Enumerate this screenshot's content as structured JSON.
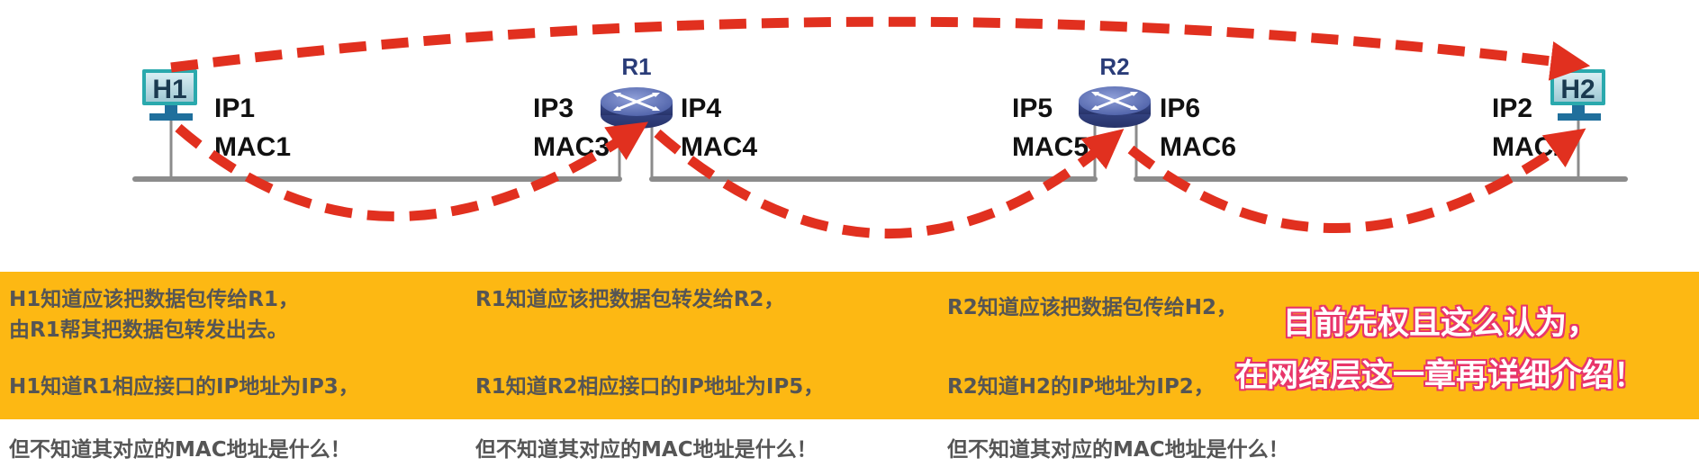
{
  "nodes": {
    "h1": {
      "name": "H1",
      "ip": "IP1",
      "mac": "MAC1"
    },
    "r1": {
      "name": "R1",
      "left_ip": "IP3",
      "left_mac": "MAC3",
      "right_ip": "IP4",
      "right_mac": "MAC4"
    },
    "r2": {
      "name": "R2",
      "left_ip": "IP5",
      "left_mac": "MAC5",
      "right_ip": "IP6",
      "right_mac": "MAC6"
    },
    "h2": {
      "name": "H2",
      "ip": "IP2",
      "mac": "MAC2"
    }
  },
  "colors": {
    "arrow": "#e1301f",
    "host_frame": "#2aa9ad",
    "router_body": "#5c6fb4",
    "band": "#fdb813",
    "note_outline": "#e8356a",
    "cable": "#8c8c8c"
  },
  "columns": [
    {
      "line1": "H1知道应该把数据包传给R1，",
      "line2": "由R1帮其把数据包转发出去。",
      "line3": "H1知道R1相应接口的IP地址为IP3，",
      "line4": "但不知道其对应的MAC地址是什么！"
    },
    {
      "line1": "R1知道应该把数据包转发给R2，",
      "line3": "R1知道R2相应接口的IP地址为IP5，",
      "line4": "但不知道其对应的MAC地址是什么！"
    },
    {
      "line1": "R2知道应该把数据包传给H2，",
      "line3": "R2知道H2的IP地址为IP2，",
      "line4": "但不知道其对应的MAC地址是什么！"
    }
  ],
  "note": {
    "line1": "目前先权且这么认为，",
    "line2": "在网络层这一章再详细介绍！"
  }
}
